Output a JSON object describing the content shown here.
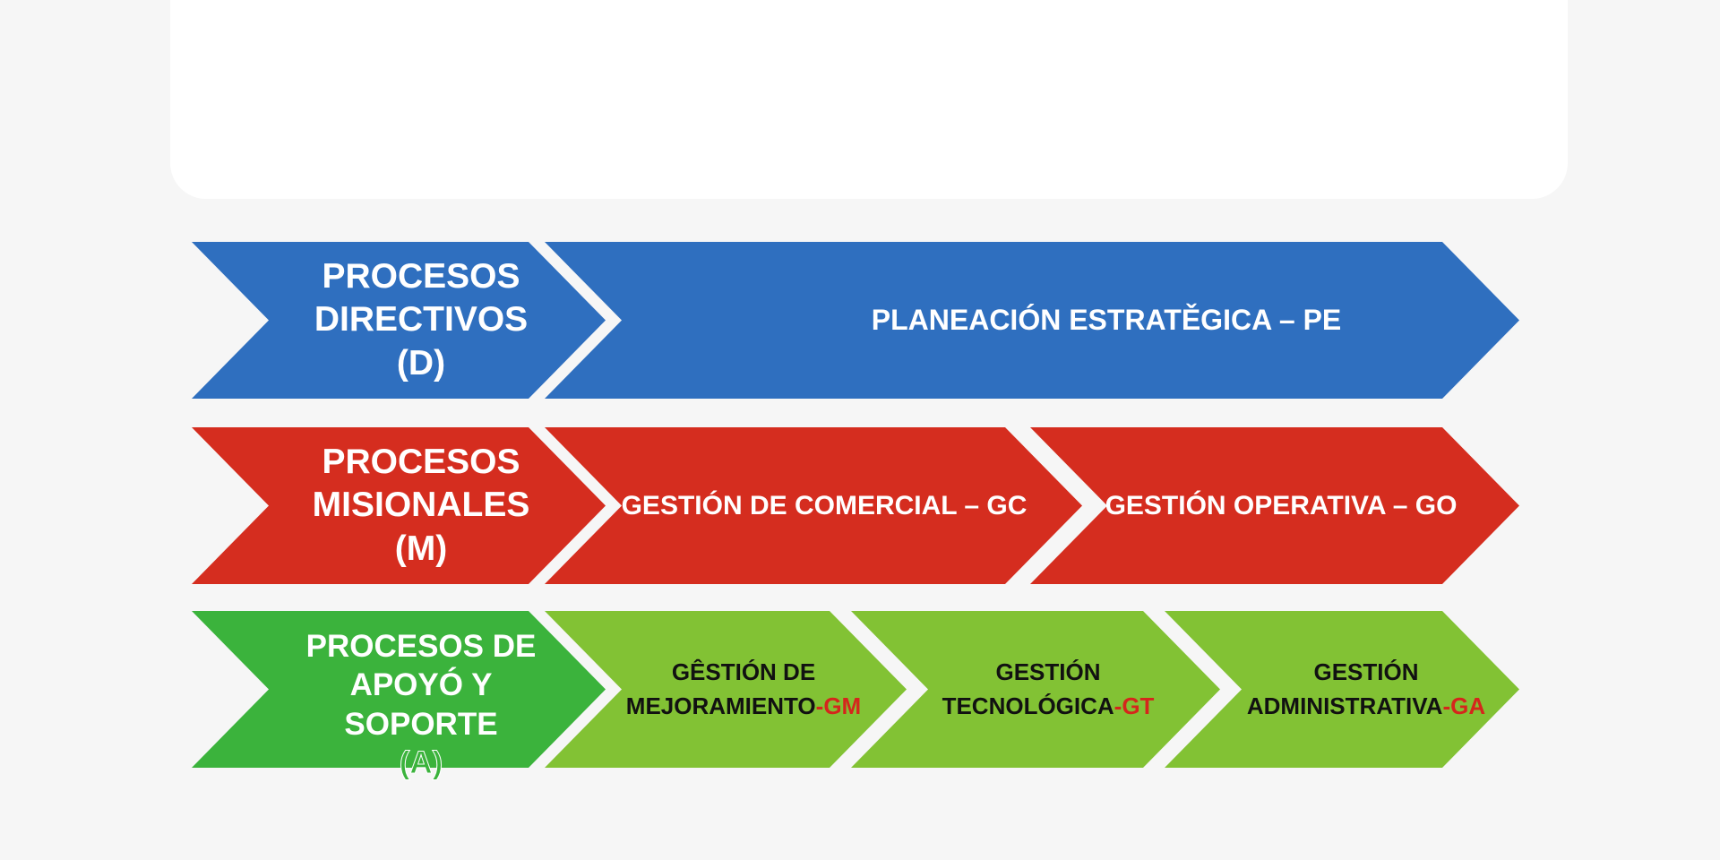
{
  "colors": {
    "directivos": "#2f6fbf",
    "misionales": "#d52d1f",
    "apoyo_label": "#3bb33c",
    "apoyo_items": "#82c234",
    "code_red": "#d5261c"
  },
  "rows": [
    {
      "label": [
        "PROCESOS",
        "DIRECTIVOS",
        "(D)"
      ],
      "items": [
        {
          "text": "PLANEACIÓN ESTRATĚGICA – PE"
        }
      ]
    },
    {
      "label": [
        "PROCESOS",
        "MISIONALES",
        "(M)"
      ],
      "items": [
        {
          "text": "GESTIÓN DE COMERCIAL – GC"
        },
        {
          "text": "GESTIÓN OPERATIVA – GO"
        }
      ]
    },
    {
      "label": [
        "PROCESOS DE",
        "APOYÓ Y",
        "SOPORTE",
        "(A)"
      ],
      "items": [
        {
          "line1": "GÊSTIÓN DE",
          "line2": "MEJORAMIENTO",
          "code": "-GM"
        },
        {
          "line1": "GESTIÓN",
          "line2": "TECNOLÓGICA",
          "code": "-GT"
        },
        {
          "line1": "GESTIÓN",
          "line2": "ADMINISTRATIVA",
          "code": "-GA"
        }
      ]
    }
  ]
}
